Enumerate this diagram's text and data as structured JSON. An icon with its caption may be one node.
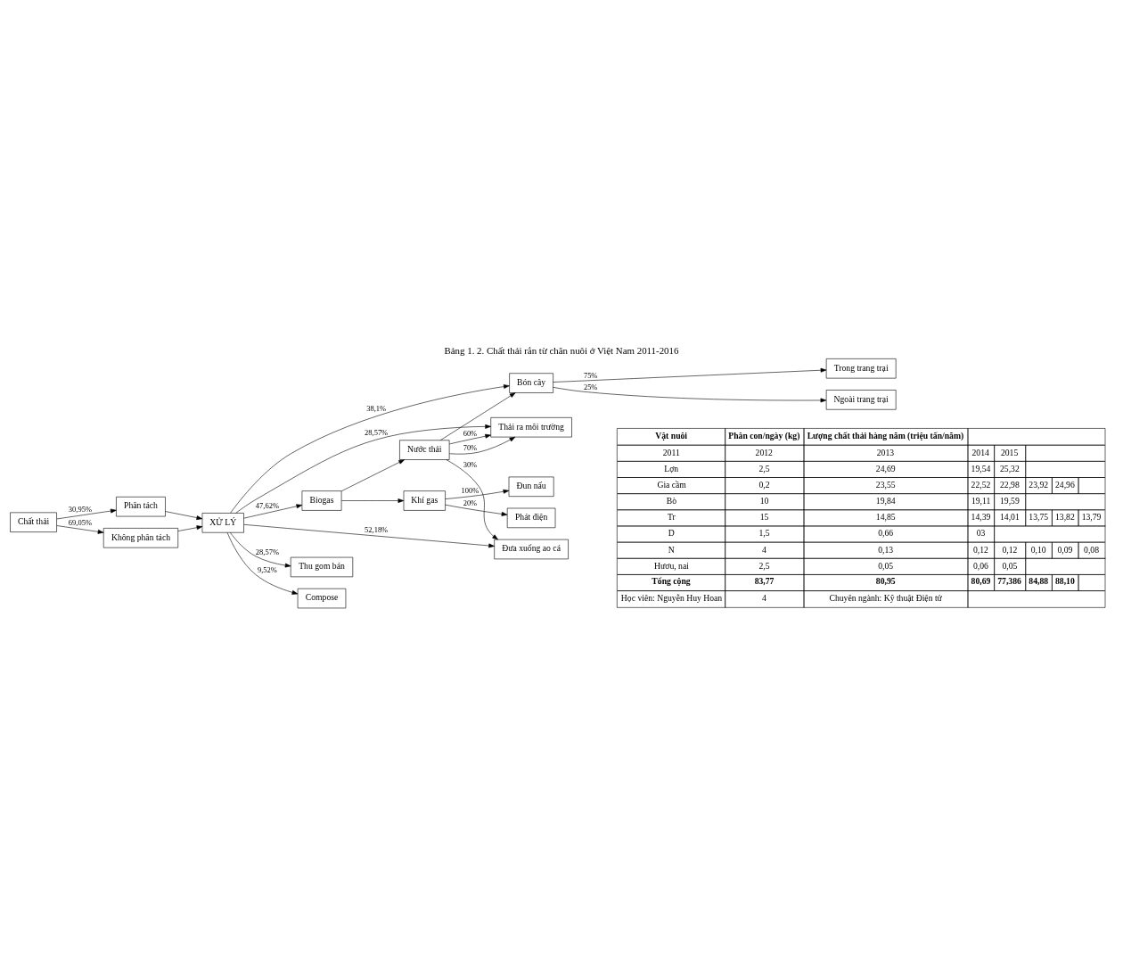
{
  "diagram": {
    "title": "Bảng 1. 2. Chất thải rắn từ chăn nuôi ở Việt Nam 2011-2016",
    "nodes": [
      {
        "text": [
          "Chất thải"
        ]
      },
      {
        "text": [
          "Phân tách"
        ]
      },
      {
        "text": [
          "Không phân tách"
        ]
      },
      {
        "text": [
          "XỬ LÝ"
        ]
      },
      {
        "text": [
          "Bón cây"
        ]
      },
      {
        "text": [
          "Thu gom bán"
        ]
      },
      {
        "text": [
          "Biogas"
        ]
      },
      {
        "text": [
          "Compose"
        ]
      },
      {
        "text": [
          "Đưa xuống ao cá"
        ]
      },
      {
        "text": [
          "Thải ra môi trường"
        ]
      },
      {
        "text": [
          "Khí gas"
        ]
      },
      {
        "text": [
          "Nước thải"
        ]
      },
      {
        "text": [
          "Trong trang trại"
        ]
      },
      {
        "text": [
          "Ngoài trang trại"
        ]
      },
      {
        "text": [
          "Đun nấu"
        ]
      },
      {
        "text": [
          "Phát điện"
        ]
      }
    ],
    "edges": [
      {
        "from": 0,
        "to": 1,
        "arrow": "to",
        "label": "30,95%"
      },
      {
        "from": 0,
        "to": 2,
        "arrow": "to",
        "label": "69,05%"
      },
      {
        "from": 1,
        "to": 3,
        "arrow": "to"
      },
      {
        "from": 2,
        "to": 3,
        "arrow": "to"
      },
      {
        "from": 3,
        "to": 4,
        "arrow": "to",
        "label": "38,1%"
      },
      {
        "from": 3,
        "to": 5,
        "arrow": "to",
        "label": "28,57%"
      },
      {
        "from": 3,
        "to": 6,
        "arrow": "to",
        "label": "47,62%"
      },
      {
        "from": 3,
        "to": 7,
        "arrow": "to",
        "label": "9,52%"
      },
      {
        "from": 3,
        "to": 8,
        "arrow": "to",
        "label": "52,18%"
      },
      {
        "from": 3,
        "to": 9,
        "arrow": "to",
        "label": "28,57%"
      },
      {
        "from": 4,
        "to": 12,
        "arrow": "to",
        "label": "75%"
      },
      {
        "from": 4,
        "to": 13,
        "arrow": "to",
        "label": "25%"
      },
      {
        "from": 6,
        "to": 10,
        "arrow": "to"
      },
      {
        "from": 6,
        "to": 11,
        "arrow": "to"
      },
      {
        "from": 10,
        "to": 14,
        "arrow": "to",
        "label": "100%"
      },
      {
        "from": 10,
        "to": 15,
        "arrow": "to",
        "label": "20%"
      },
      {
        "from": 11,
        "to": 4,
        "arrow": "to"
      },
      {
        "from": 11,
        "to": 8,
        "arrow": "to",
        "label": "30%"
      },
      {
        "from": 11,
        "to": 9,
        "arrow": "to",
        "label": "60%"
      },
      {
        "from": 11,
        "to": 9,
        "arrow": "to",
        "label": "70%"
      }
    ],
    "labels": [
      "Vật nuôi",
      "Phân con/ngày (kg)",
      "Lượng chất thải hàng năm (triệu tấn/năm)",
      "2011",
      "2012",
      "2013",
      "2014",
      "2015",
      "Lợn",
      "2,5",
      "24,69",
      "19,54",
      "25,32",
      "Gia cầm",
      "0,2",
      "23,55",
      "22,52",
      "22,98",
      "23,92",
      "24,96",
      "Bò",
      "10",
      "19,84",
      "19,11",
      "19,59",
      "Tr",
      "15",
      "14,85",
      "14,39",
      "14,01",
      "13,75",
      "13,82",
      "13,79",
      "D",
      "1,5",
      "0,66",
      "03",
      "N",
      "4",
      "0,13",
      "0,12",
      "0,12",
      "0,10",
      "0,09",
      "0,08",
      "Hươu, nai",
      "2,5",
      "0,05",
      "0,06",
      "0,05",
      "Tổng cộng",
      "83,77",
      "80,95",
      "80,69",
      "77,386",
      "84,88",
      "88,10",
      "Học viên: Nguyễn Huy Hoan",
      "4",
      "Chuyên ngành: Kỹ thuật Điện tử"
    ]
  }
}
